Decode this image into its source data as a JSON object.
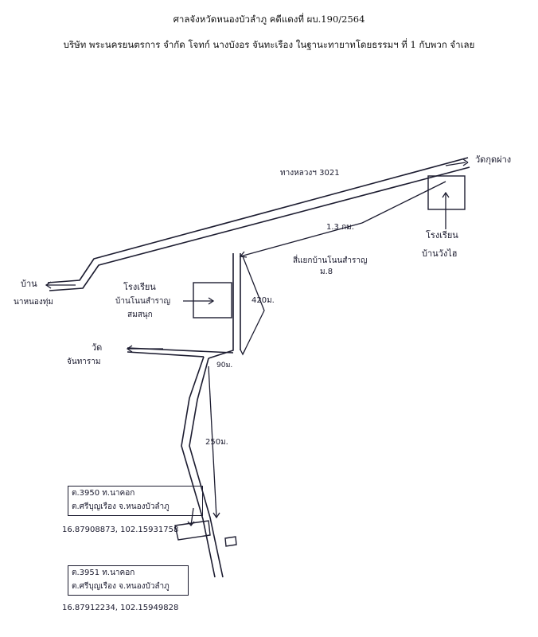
{
  "header": {
    "line1": "ศาลจังหวัดหนองบัวลำภู คดีแดงที่ ผบ.190/2564",
    "line2": "บริษัท พระนครยนตรการ จำกัด โจทก์ นางบังอร จันทะเรือง ในฐานะทายาทโดยธรรมฯ ที่ 1 กับพวก จำเลย"
  },
  "labels": {
    "highway": "ทางหลวงฯ 3021",
    "temple_ne": "วัดกุดผ่าง",
    "school_ne_1": "โรงเรียน",
    "school_ne_2": "บ้านวังไฮ",
    "dist_1_3": "1.3 กม.",
    "junction_1": "สี่แยกบ้านโนนสำราญ",
    "junction_2": "ม.8",
    "village_w_1": "บ้าน",
    "village_w_2": "นาหนองทุ่ม",
    "school_mid_1": "โรงเรียน",
    "school_mid_2": "บ้านโนนสำราญ",
    "school_mid_3": "สมสนุก",
    "dist_420": "420ม.",
    "temple_w_1": "วัด",
    "temple_w_2": "จันทาราม",
    "dist_90": "90ม.",
    "dist_250": "250ม.",
    "parcel1_line1": "ต.3950 ท.นาคอก",
    "parcel1_line2": "ต.ศรีบุญเรือง จ.หนองบัวลำภู",
    "parcel1_coords": "16.87908873, 102.15931758",
    "parcel2_line1": "ต.3951 ท.นาคอก",
    "parcel2_line2": "ต.ศรีบุญเรือง จ.หนองบัวลำภู",
    "parcel2_coords": "16.87912234, 102.15949828"
  }
}
